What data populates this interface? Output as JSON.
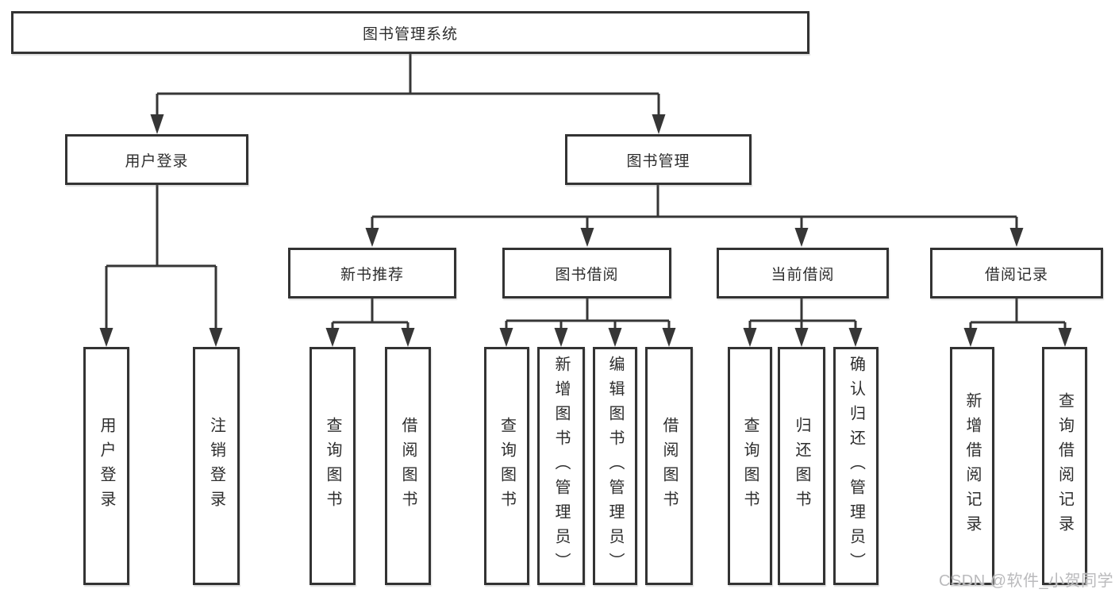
{
  "diagram": {
    "watermark": "CSDN @软件_小贺同学",
    "colors": {
      "line": "#363636",
      "box_border": "#333333",
      "text": "#2d2d2d",
      "watermark": "#bababc",
      "background": "#ffffff"
    },
    "nodes": {
      "root": {
        "label": "图书管理系统"
      },
      "user_login": {
        "label": "用户登录"
      },
      "book_mgmt": {
        "label": "图书管理"
      },
      "login": {
        "label": "用户登录"
      },
      "logout": {
        "label": "注销登录"
      },
      "new_book_rec": {
        "label": "新书推荐"
      },
      "book_borrow": {
        "label": "图书借阅"
      },
      "current_borrow": {
        "label": "当前借阅"
      },
      "borrow_record": {
        "label": "借阅记录"
      },
      "nbr_query_book": {
        "label": "查询图书"
      },
      "nbr_borrow_book": {
        "label": "借阅图书"
      },
      "bb_query_book": {
        "label": "查询图书"
      },
      "bb_add_book": {
        "label": "新增图书（管理员）"
      },
      "bb_edit_book": {
        "label": "编辑图书（管理员）"
      },
      "bb_borrow_book": {
        "label": "借阅图书"
      },
      "cb_query_book": {
        "label": "查询图书"
      },
      "cb_return_book": {
        "label": "归还图书"
      },
      "cb_confirm_return": {
        "label": "确认归还（管理员）"
      },
      "br_add_record": {
        "label": "新增借阅记录"
      },
      "br_query_record": {
        "label": "查询借阅记录"
      }
    }
  }
}
